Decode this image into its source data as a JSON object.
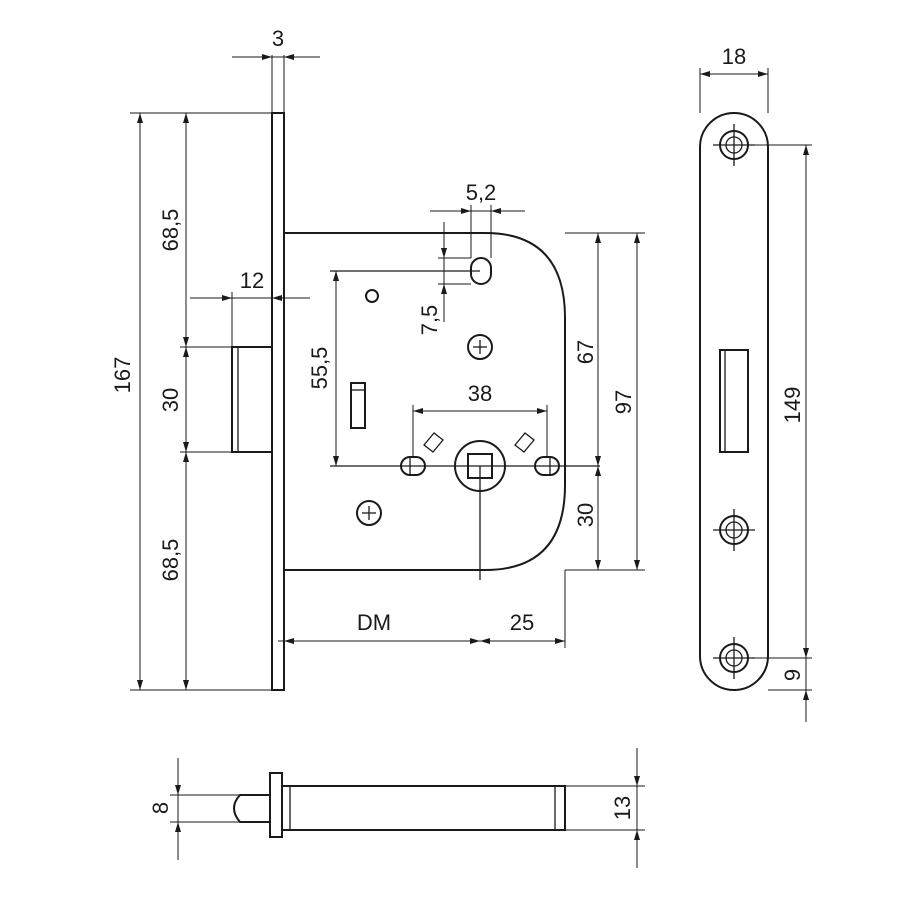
{
  "dimensions": {
    "faceplate_thickness": "3",
    "strike_width": "18",
    "spindle_square": "5,2",
    "latch_depth": "12",
    "upper_height": "68,5",
    "latch_height": "30",
    "lower_height": "68,5",
    "total_height": "167",
    "spindle_offset": "7,5",
    "upper_to_follower": "55,5",
    "follower_spacing": "38",
    "case_upper": "67",
    "case_height": "97",
    "case_lower": "30",
    "backset": "DM",
    "rear_offset": "25",
    "strike_height": "149",
    "strike_bottom": "9",
    "bolt_height": "8",
    "case_depth": "13"
  }
}
